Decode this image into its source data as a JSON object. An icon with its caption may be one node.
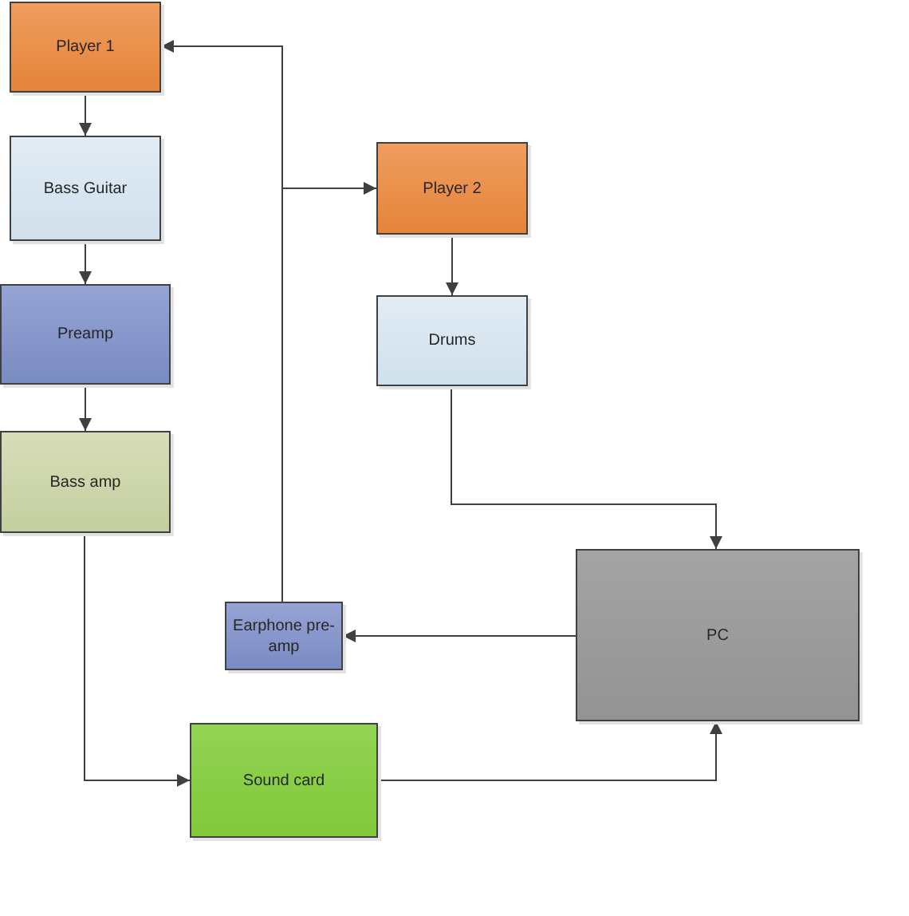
{
  "diagram": {
    "nodes": [
      {
        "text": [
          "Player 1"
        ]
      },
      {
        "text": [
          "Bass Guitar"
        ]
      },
      {
        "text": [
          "Player 2"
        ]
      },
      {
        "text": [
          "Preamp"
        ]
      },
      {
        "text": [
          "Drums"
        ]
      },
      {
        "text": [
          "Bass amp"
        ]
      },
      {
        "text": [
          "PC"
        ]
      },
      {
        "text": [
          "Earphone pre-amp"
        ]
      },
      {
        "text": [
          "Sound card"
        ]
      }
    ],
    "edges": [
      {
        "from": 0,
        "to": 1,
        "arrow": "to"
      },
      {
        "from": 1,
        "to": 3,
        "arrow": "to"
      },
      {
        "from": 3,
        "to": 5,
        "arrow": "to"
      },
      {
        "from": 5,
        "to": 8,
        "arrow": "to"
      },
      {
        "from": 8,
        "to": 6,
        "arrow": "to"
      },
      {
        "from": 2,
        "to": 4,
        "arrow": "to"
      },
      {
        "from": 4,
        "to": 6,
        "arrow": "to"
      },
      {
        "from": 6,
        "to": 7,
        "arrow": "to"
      },
      {
        "from": 7,
        "to": 0,
        "arrow": "to"
      },
      {
        "from": 7,
        "to": 2,
        "arrow": "to"
      }
    ]
  }
}
